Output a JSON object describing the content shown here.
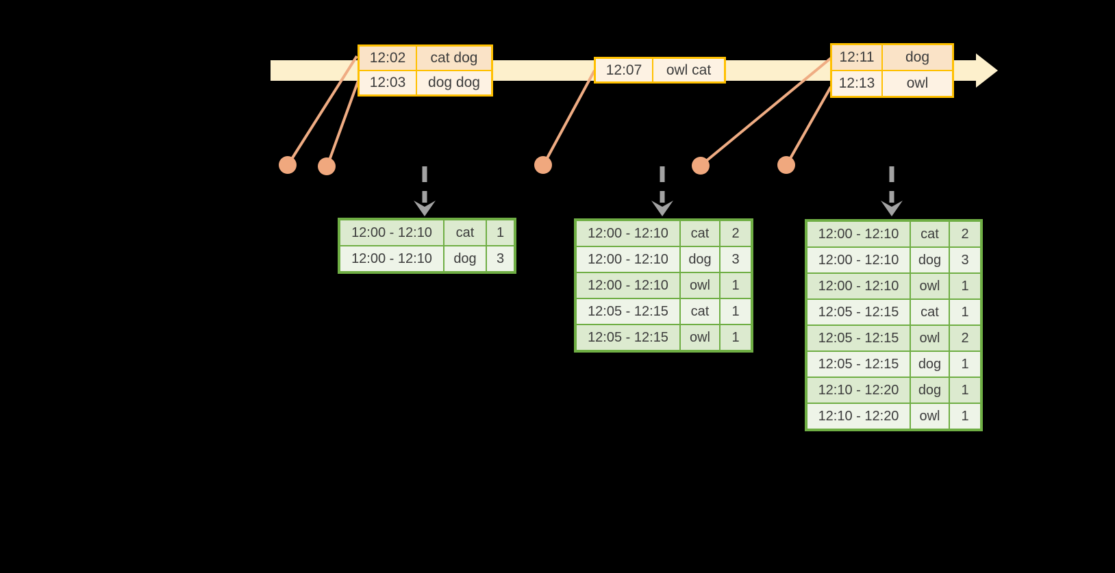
{
  "colors": {
    "background": "#000000",
    "timeline_fill": "#FDF0CC",
    "event_table_border": "#FFC000",
    "event_row_dark": "#FAE3C7",
    "event_row_light": "#FDF2E3",
    "dot_and_leader": "#F0A87E",
    "trigger_arrow_gray": "#A3A3A3",
    "result_table_border": "#6FAE44",
    "result_row_dark": "#DCEACF",
    "result_row_light": "#EEF4E8",
    "text": "#3C3C3C"
  },
  "event_tables": [
    {
      "rows": [
        {
          "time": "12:02",
          "words": "cat dog"
        },
        {
          "time": "12:03",
          "words": "dog dog"
        }
      ]
    },
    {
      "rows": [
        {
          "time": "12:07",
          "words": "owl cat"
        }
      ]
    },
    {
      "rows": [
        {
          "time": "12:11",
          "words": "dog"
        },
        {
          "time": "12:13",
          "words": "owl"
        }
      ]
    }
  ],
  "result_tables": [
    {
      "rows": [
        [
          "12:00 - 12:10",
          "cat",
          "1"
        ],
        [
          "12:00 - 12:10",
          "dog",
          "3"
        ]
      ]
    },
    {
      "rows": [
        [
          "12:00 - 12:10",
          "cat",
          "2"
        ],
        [
          "12:00 - 12:10",
          "dog",
          "3"
        ],
        [
          "12:00 - 12:10",
          "owl",
          "1"
        ],
        [
          "12:05 - 12:15",
          "cat",
          "1"
        ],
        [
          "12:05 - 12:15",
          "owl",
          "1"
        ]
      ]
    },
    {
      "rows": [
        [
          "12:00 - 12:10",
          "cat",
          "2"
        ],
        [
          "12:00 - 12:10",
          "dog",
          "3"
        ],
        [
          "12:00 - 12:10",
          "owl",
          "1"
        ],
        [
          "12:05 - 12:15",
          "cat",
          "1"
        ],
        [
          "12:05 - 12:15",
          "owl",
          "2"
        ],
        [
          "12:05 - 12:15",
          "dog",
          "1"
        ],
        [
          "12:10 - 12:20",
          "dog",
          "1"
        ],
        [
          "12:10 - 12:20",
          "owl",
          "1"
        ]
      ]
    }
  ]
}
